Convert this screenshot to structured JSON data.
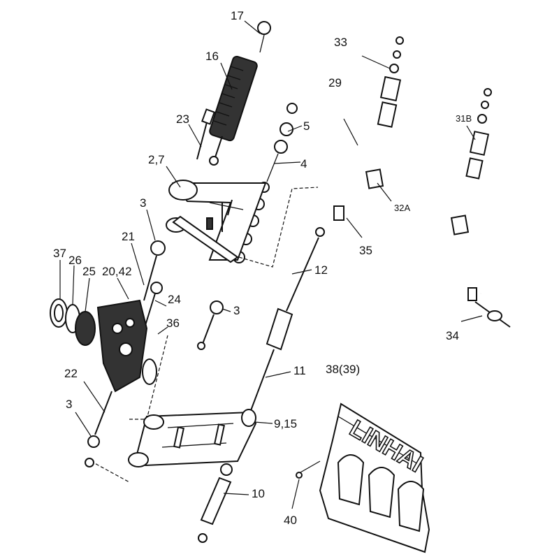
{
  "callouts": {
    "c17": "17",
    "c16": "16",
    "c23": "23",
    "c27": "2,7",
    "c5": "5",
    "c4": "4",
    "c33": "33",
    "c29": "29",
    "c31b": "31B",
    "c32a": "32A",
    "c35": "35",
    "c3a": "3",
    "c21": "21",
    "c37": "37",
    "c26": "26",
    "c25": "25",
    "c2042": "20,42",
    "c24": "24",
    "c3b": "3",
    "c12": "12",
    "c36": "36",
    "c11": "11",
    "c3839": "38(39)",
    "c34": "34",
    "c22": "22",
    "c3c": "3",
    "c915": "9,15",
    "c10": "10",
    "c40": "40"
  },
  "logo_text": "LINHAI",
  "icons": [
    "shock-absorber-icon",
    "swing-arm-icon",
    "stabilizer-bar-icon",
    "knuckle-icon",
    "cover-guard-icon",
    "bolt-icon"
  ]
}
